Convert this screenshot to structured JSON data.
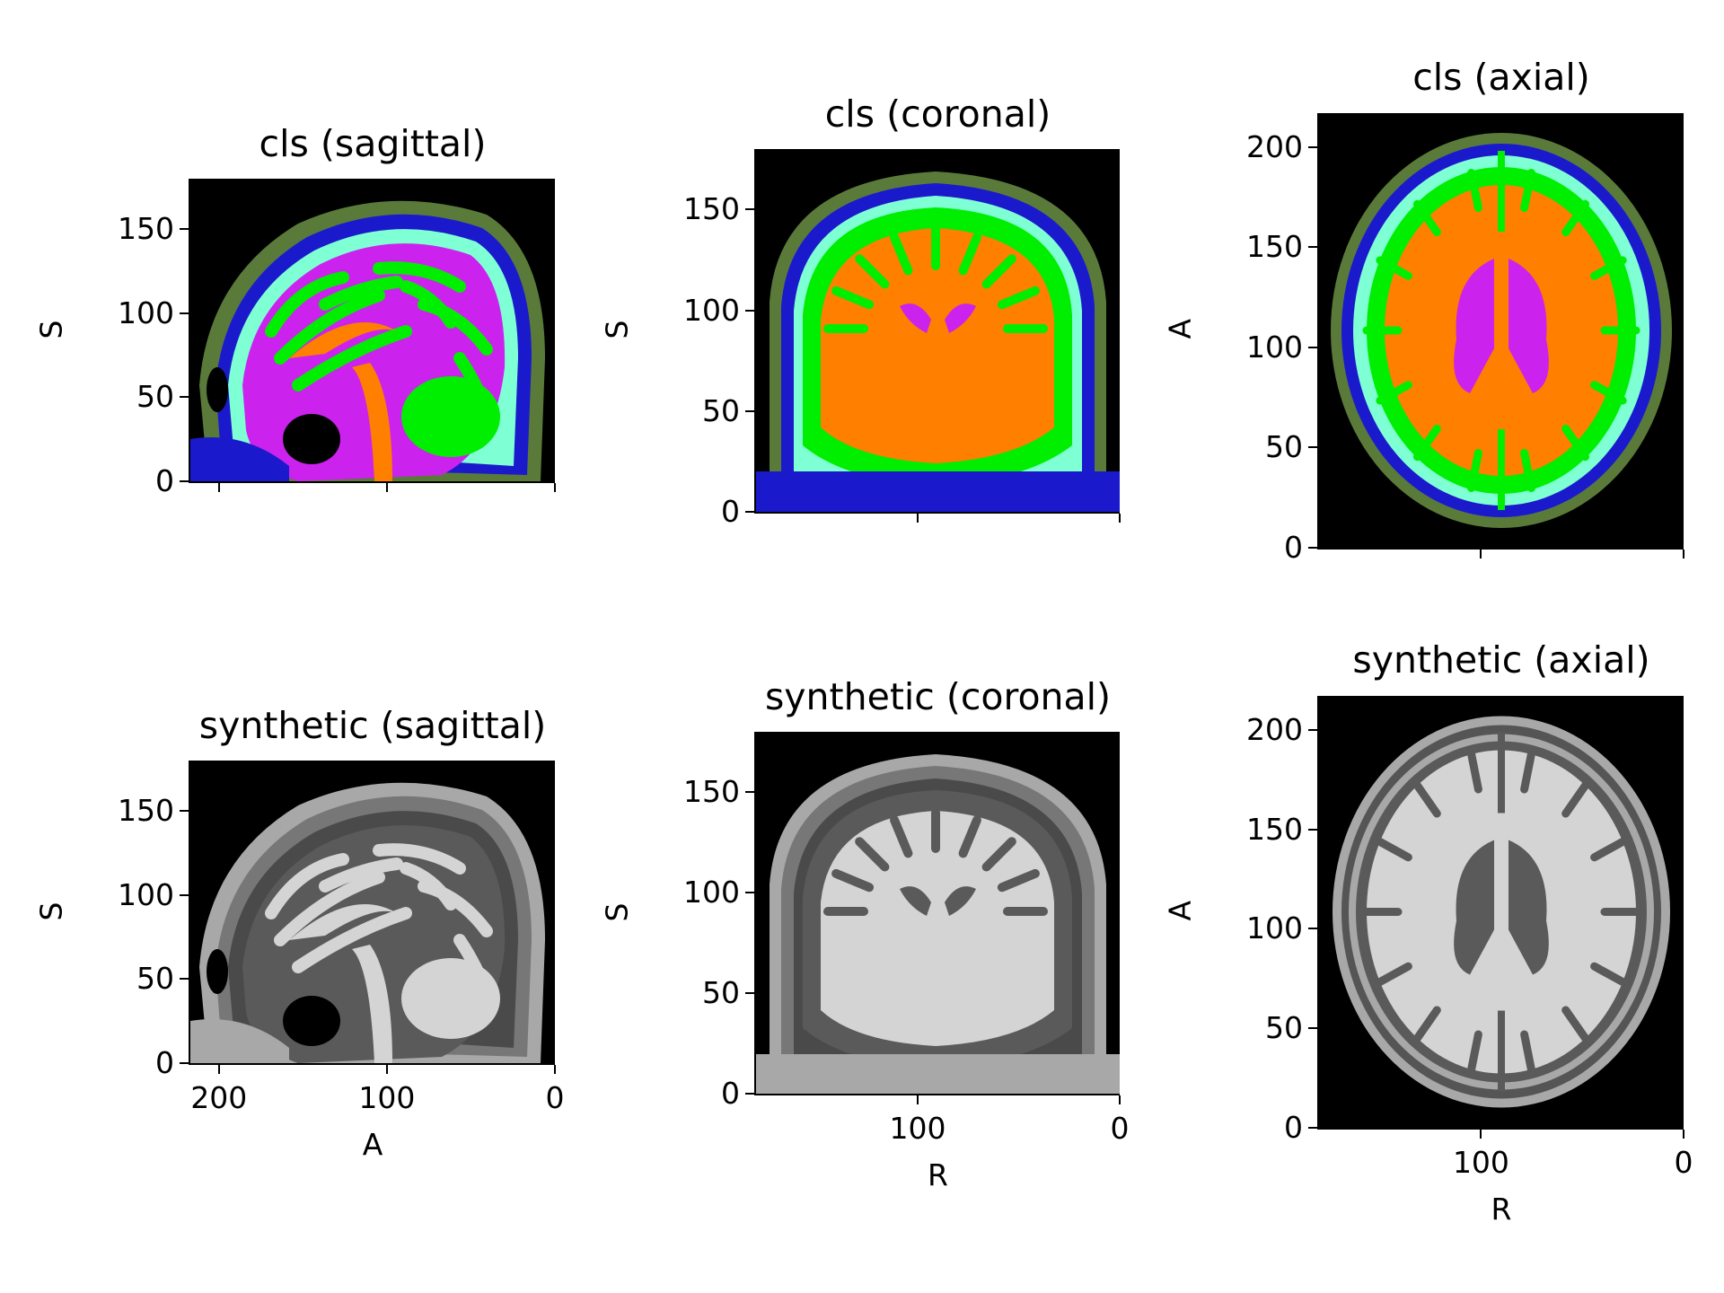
{
  "panels": [
    {
      "title": "cls (sagittal)",
      "ylabel": "S",
      "xlabel": "",
      "yticks": [
        "0",
        "50",
        "100",
        "150"
      ],
      "xticks": [],
      "style": "cls",
      "view": "sagittal",
      "ymax": 180,
      "xmax": 217
    },
    {
      "title": "cls (coronal)",
      "ylabel": "S",
      "xlabel": "",
      "yticks": [
        "0",
        "50",
        "100",
        "150"
      ],
      "xticks": [],
      "style": "cls",
      "view": "coronal",
      "ymax": 180,
      "xmax": 180
    },
    {
      "title": "cls (axial)",
      "ylabel": "A",
      "xlabel": "",
      "yticks": [
        "0",
        "50",
        "100",
        "150",
        "200"
      ],
      "xticks": [],
      "style": "cls",
      "view": "axial",
      "ymax": 217,
      "xmax": 180
    },
    {
      "title": "synthetic (sagittal)",
      "ylabel": "S",
      "xlabel": "A",
      "yticks": [
        "0",
        "50",
        "100",
        "150"
      ],
      "xticks": [
        "200",
        "100",
        "0"
      ],
      "style": "synth",
      "view": "sagittal",
      "ymax": 180,
      "xmax": 217
    },
    {
      "title": "synthetic (coronal)",
      "ylabel": "S",
      "xlabel": "R",
      "yticks": [
        "0",
        "50",
        "100",
        "150"
      ],
      "xticks": [
        "100",
        "0"
      ],
      "style": "synth",
      "view": "coronal",
      "ymax": 180,
      "xmax": 180
    },
    {
      "title": "synthetic (axial)",
      "ylabel": "A",
      "xlabel": "R",
      "yticks": [
        "0",
        "50",
        "100",
        "150",
        "200"
      ],
      "xticks": [
        "100",
        "0"
      ],
      "style": "synth",
      "view": "axial",
      "ymax": 217,
      "xmax": 180
    }
  ],
  "colors": {
    "background": "#000000",
    "cls_scalp": "#5a7a3a",
    "cls_skull": "#1a1acc",
    "cls_csf": "#7fffd4",
    "cls_csf2": "#66ff99",
    "cls_gm": "#00ee00",
    "cls_wm": "#ff7f00",
    "cls_ventricle": "#cc22ee",
    "cls_dura": "#5566bb",
    "synth_wm": "#d4d4d4",
    "synth_gm": "#5a5a5a",
    "synth_skin": "#a8a8a8"
  }
}
